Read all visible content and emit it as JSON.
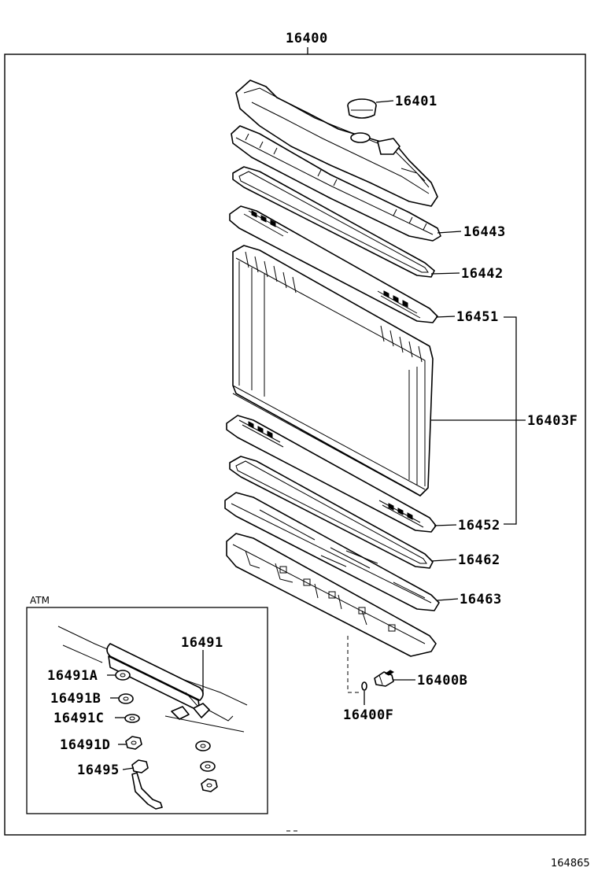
{
  "diagram": {
    "assembly_label": "16400",
    "figure_id": "164865",
    "inset_label": "ATM",
    "parts": [
      {
        "id": "16401"
      },
      {
        "id": "16443"
      },
      {
        "id": "16442"
      },
      {
        "id": "16451"
      },
      {
        "id": "16403F"
      },
      {
        "id": "16452"
      },
      {
        "id": "16462"
      },
      {
        "id": "16463"
      },
      {
        "id": "16400B"
      },
      {
        "id": "16400F"
      }
    ],
    "inset_parts": [
      {
        "id": "16491"
      },
      {
        "id": "16491A"
      },
      {
        "id": "16491B"
      },
      {
        "id": "16491C"
      },
      {
        "id": "16491D"
      },
      {
        "id": "16495"
      }
    ]
  }
}
